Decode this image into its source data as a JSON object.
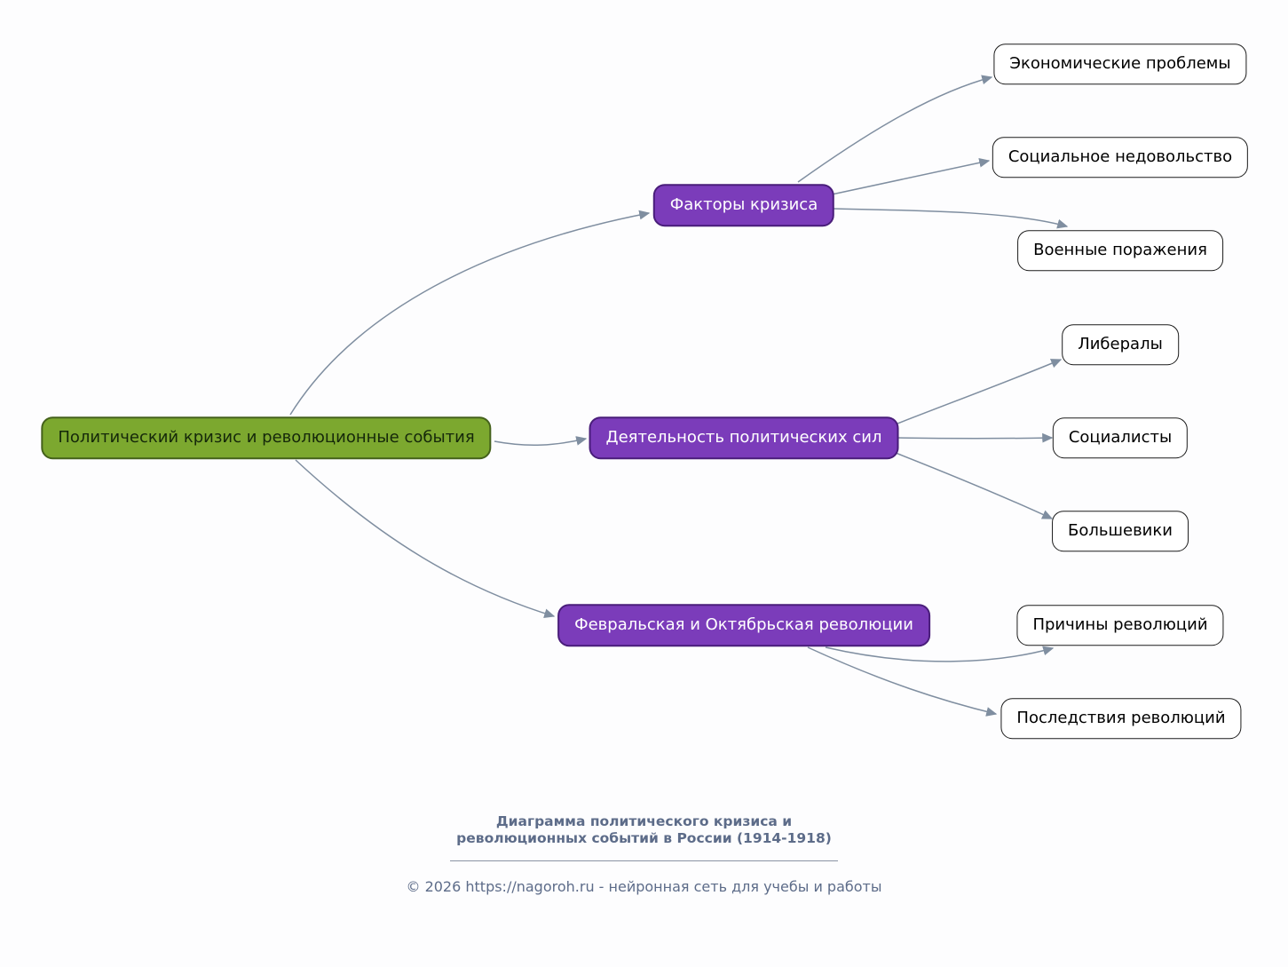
{
  "diagram": {
    "root": {
      "label": "Политический кризис и революционные события"
    },
    "branches": [
      {
        "label": "Факторы кризиса",
        "children": [
          {
            "label": "Экономические проблемы"
          },
          {
            "label": "Социальное недовольство"
          },
          {
            "label": "Военные поражения"
          }
        ]
      },
      {
        "label": "Деятельность политических сил",
        "children": [
          {
            "label": "Либералы"
          },
          {
            "label": "Социалисты"
          },
          {
            "label": "Большевики"
          }
        ]
      },
      {
        "label": "Февральская и Октябрьская революции",
        "children": [
          {
            "label": "Причины революций"
          },
          {
            "label": "Последствия революций"
          }
        ]
      }
    ]
  },
  "footer": {
    "title_line1": "Диаграмма политического кризиса и",
    "title_line2": "революционных событий в России (1914-1918)",
    "copyright": "© 2026 https://nagoroh.ru - нейронная сеть для учебы и работы"
  },
  "colors": {
    "background": "#fdfdfe",
    "root_fill": "#7ca82f",
    "root_border": "#44611b",
    "root_text": "#15280a",
    "branch_fill": "#7b3cba",
    "branch_border": "#491d7a",
    "branch_text": "#ffffff",
    "leaf_fill": "#ffffff",
    "leaf_border": "#1c1c1c",
    "leaf_text": "#000000",
    "arrow_color": "#7f8ea0",
    "footer_text": "#5d6c89",
    "divider": "#8a93a3"
  }
}
